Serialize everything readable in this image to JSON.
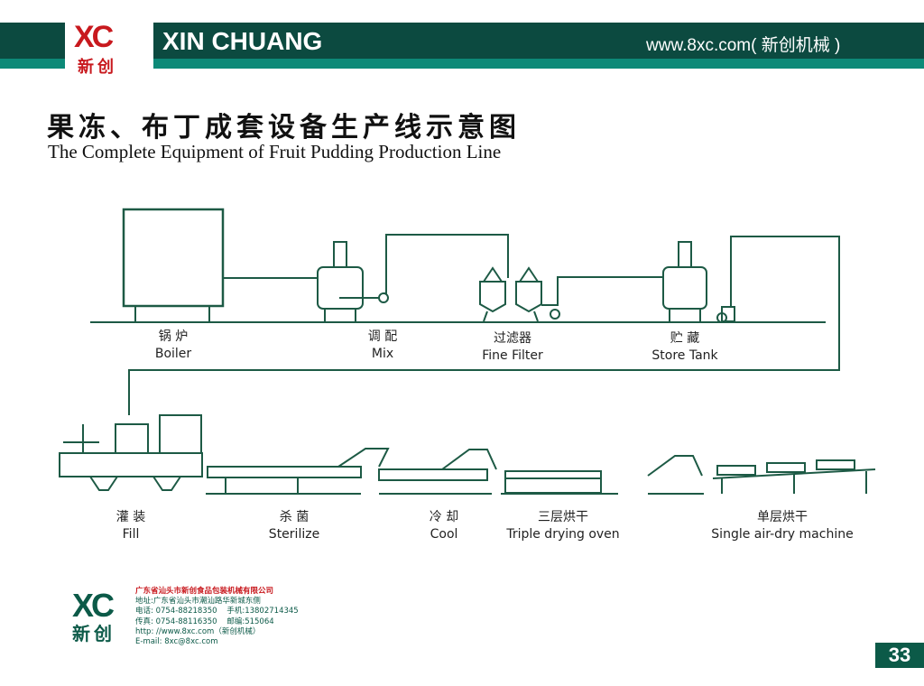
{
  "header": {
    "logo_letters": "XC",
    "logo_cn": "新创",
    "brand": "XIN CHUANG",
    "url": "www.8xc.com( 新创机械 )"
  },
  "title": {
    "cn": "果冻、布丁成套设备生产线示意图",
    "en": "The Complete Equipment of Fruit Pudding Production Line"
  },
  "stages_top": [
    {
      "cn": "锅 炉",
      "en": "Boiler"
    },
    {
      "cn": "调 配",
      "en": "Mix"
    },
    {
      "cn": "过滤器",
      "en": "Fine Filter"
    },
    {
      "cn": "贮 藏",
      "en": "Store Tank"
    }
  ],
  "stages_bottom": [
    {
      "cn": "灌 装",
      "en": "Fill"
    },
    {
      "cn": "杀 菌",
      "en": "Sterilize"
    },
    {
      "cn": "冷 却",
      "en": "Cool"
    },
    {
      "cn": "三层烘干",
      "en": "Triple drying oven"
    },
    {
      "cn": "单层烘干",
      "en": "Single air-dry machine"
    }
  ],
  "footer": {
    "logo_letters": "XC",
    "logo_cn": "新创",
    "company": "广东省汕头市新创食品包装机械有限公司",
    "address": "地址:广东省汕头市潮汕路华新城东侧",
    "phone": "电话: 0754-88218350",
    "mobile": "手机:13802714345",
    "fax": "传真: 0754-88116350",
    "postcode": "邮编:515064",
    "web": "http: //www.8xc.com（新创机械）",
    "email": "E-mail: 8xc@8xc.com"
  },
  "page_number": "33",
  "colors": {
    "band": "#0c4a40",
    "stripe": "#0d8a78",
    "line": "#1d5a45",
    "logo_red": "#c8191e"
  }
}
